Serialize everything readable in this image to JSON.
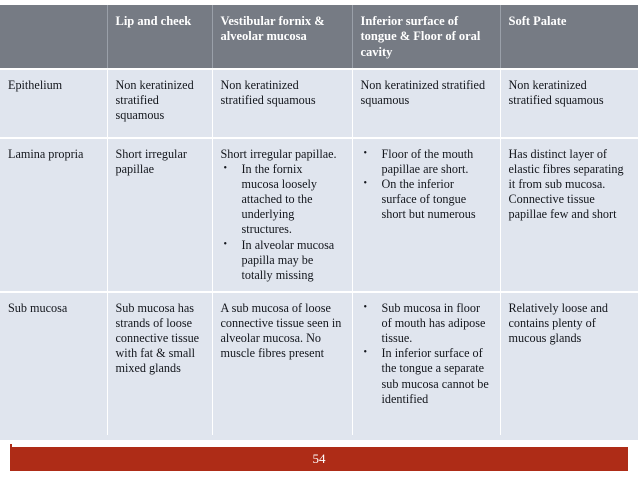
{
  "slide": {
    "page_number": "54",
    "accent_color": "#ae2c17",
    "header_bg": "#767b84",
    "cell_bg": "#e0e5ee",
    "header_text_color": "#ffffff",
    "cell_text_color": "#13161c"
  },
  "table": {
    "headers": [
      "",
      "Lip and cheek",
      "Vestibular fornix & alveolar mucosa",
      "Inferior surface of tongue & Floor of oral cavity",
      "Soft Palate"
    ],
    "rows": [
      {
        "label": "Epithelium",
        "cells": [
          {
            "text": "Non keratinized stratified squamous",
            "bullets": []
          },
          {
            "text": "Non keratinized stratified squamous",
            "bullets": []
          },
          {
            "text": "Non keratinized stratified squamous",
            "bullets": []
          },
          {
            "text": "Non keratinized stratified squamous",
            "bullets": []
          }
        ]
      },
      {
        "label": "Lamina propria",
        "cells": [
          {
            "text": "Short irregular papillae",
            "bullets": []
          },
          {
            "text": "Short irregular papillae.",
            "bullets": [
              "In the fornix mucosa loosely attached to the underlying structures.",
              "In alveolar mucosa papilla may be totally missing"
            ]
          },
          {
            "text": "",
            "bullets": [
              "Floor of the mouth papillae are short.",
              "On the inferior surface of tongue short but numerous"
            ]
          },
          {
            "text": "Has distinct layer of elastic fibres separating it from sub mucosa. Connective tissue papillae few and short",
            "bullets": []
          }
        ]
      },
      {
        "label": "Sub mucosa",
        "cells": [
          {
            "text": "Sub mucosa has strands of loose connective tissue with fat & small mixed glands",
            "bullets": []
          },
          {
            "text": "A sub mucosa of loose connective tissue seen in alveolar  mucosa. No muscle fibres present",
            "bullets": []
          },
          {
            "text": "",
            "bullets": [
              "Sub mucosa in floor of mouth has adipose tissue.",
              " In inferior surface of the tongue a separate sub mucosa cannot be identified"
            ]
          },
          {
            "text": "Relatively loose and contains plenty of mucous glands",
            "bullets": []
          }
        ]
      }
    ]
  }
}
